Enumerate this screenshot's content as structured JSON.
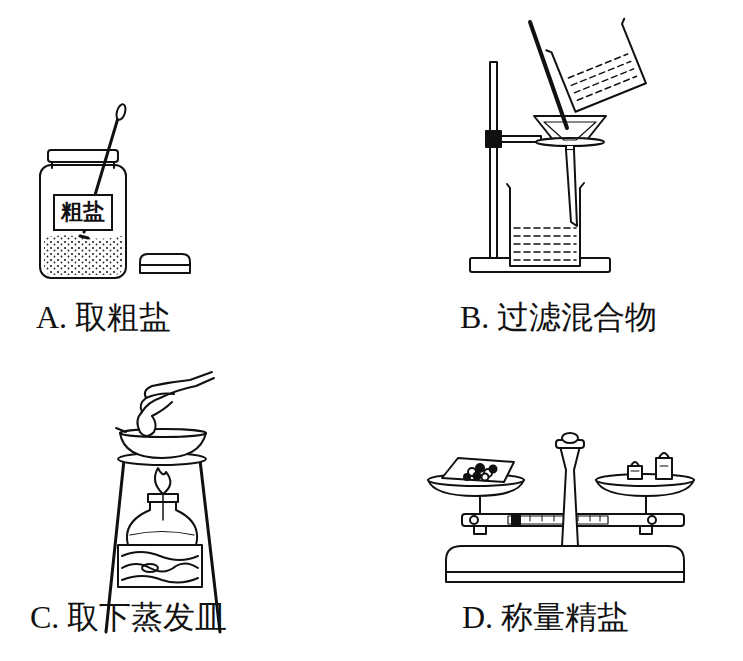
{
  "diagram": {
    "nodes": [
      {
        "text": [
          "粗盐"
        ]
      }
    ],
    "labels": [
      "A. 取粗盐",
      "B. 过滤混合物",
      "C. 取下蒸发皿",
      "D. 称量精盐"
    ]
  }
}
